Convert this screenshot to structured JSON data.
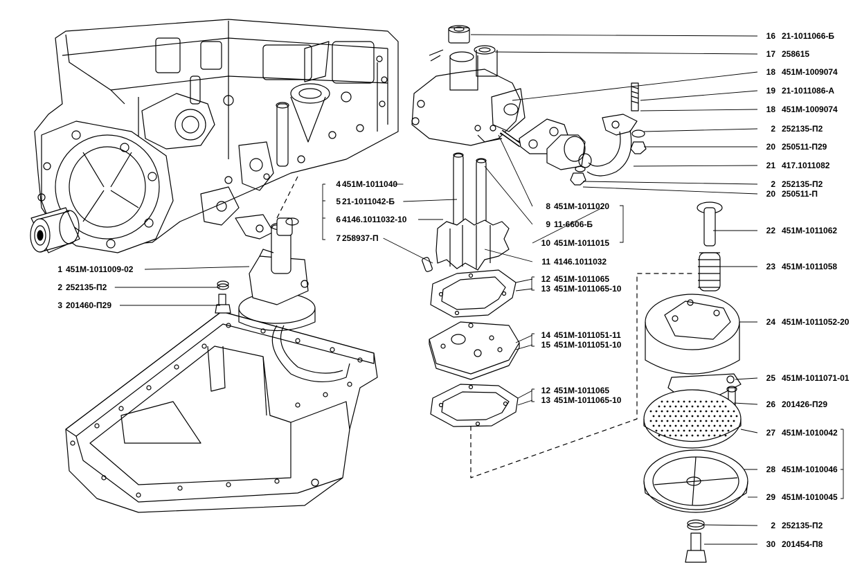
{
  "callouts": [
    {
      "num": "16",
      "code": "21-1011066-Б"
    },
    {
      "num": "17",
      "code": "258615"
    },
    {
      "num": "18",
      "code": "451М-1009074"
    },
    {
      "num": "19",
      "code": "21-1011086-А"
    },
    {
      "num": "18",
      "code": "451М-1009074"
    },
    {
      "num": "2",
      "code": "252135-П2"
    },
    {
      "num": "20",
      "code": "250511-П29"
    },
    {
      "num": "21",
      "code": "417.1011082"
    },
    {
      "num": "2",
      "code": "252135-П2"
    },
    {
      "num": "20",
      "code": "250511-П"
    },
    {
      "num": "8",
      "code": "451М-1011020"
    },
    {
      "num": "9",
      "code": "11-6606-Б"
    },
    {
      "num": "10",
      "code": "451М-1011015"
    },
    {
      "num": "11",
      "code": "4146.1011032"
    },
    {
      "num": "12",
      "code": "451М-1011065"
    },
    {
      "num": "13",
      "code": "451М-1011065-10"
    },
    {
      "num": "14",
      "code": "451М-1011051-11"
    },
    {
      "num": "15",
      "code": "451М-1011051-10"
    },
    {
      "num": "12",
      "code": "451М-1011065"
    },
    {
      "num": "13",
      "code": "451М-1011065-10"
    },
    {
      "num": "22",
      "code": "451М-1011062"
    },
    {
      "num": "23",
      "code": "451М-1011058"
    },
    {
      "num": "24",
      "code": "451М-1011052-20"
    },
    {
      "num": "25",
      "code": "451М-1011071-01"
    },
    {
      "num": "26",
      "code": "201426-П29"
    },
    {
      "num": "27",
      "code": "451М-1010042"
    },
    {
      "num": "28",
      "code": "451М-1010046"
    },
    {
      "num": "29",
      "code": "451М-1010045"
    },
    {
      "num": "2",
      "code": "252135-П2"
    },
    {
      "num": "30",
      "code": "201454-П8"
    },
    {
      "num": "4",
      "code": "451М-1011040"
    },
    {
      "num": "5",
      "code": "21-1011042-Б"
    },
    {
      "num": "6",
      "code": "4146.1011032-10"
    },
    {
      "num": "7",
      "code": "258937-П"
    },
    {
      "num": "1",
      "code": "451М-1011009-02"
    },
    {
      "num": "2",
      "code": "252135-П2"
    },
    {
      "num": "3",
      "code": "201460-П29"
    }
  ],
  "colors": {
    "ink": "#000000",
    "paper": "#ffffff",
    "hatch": "#555555"
  }
}
